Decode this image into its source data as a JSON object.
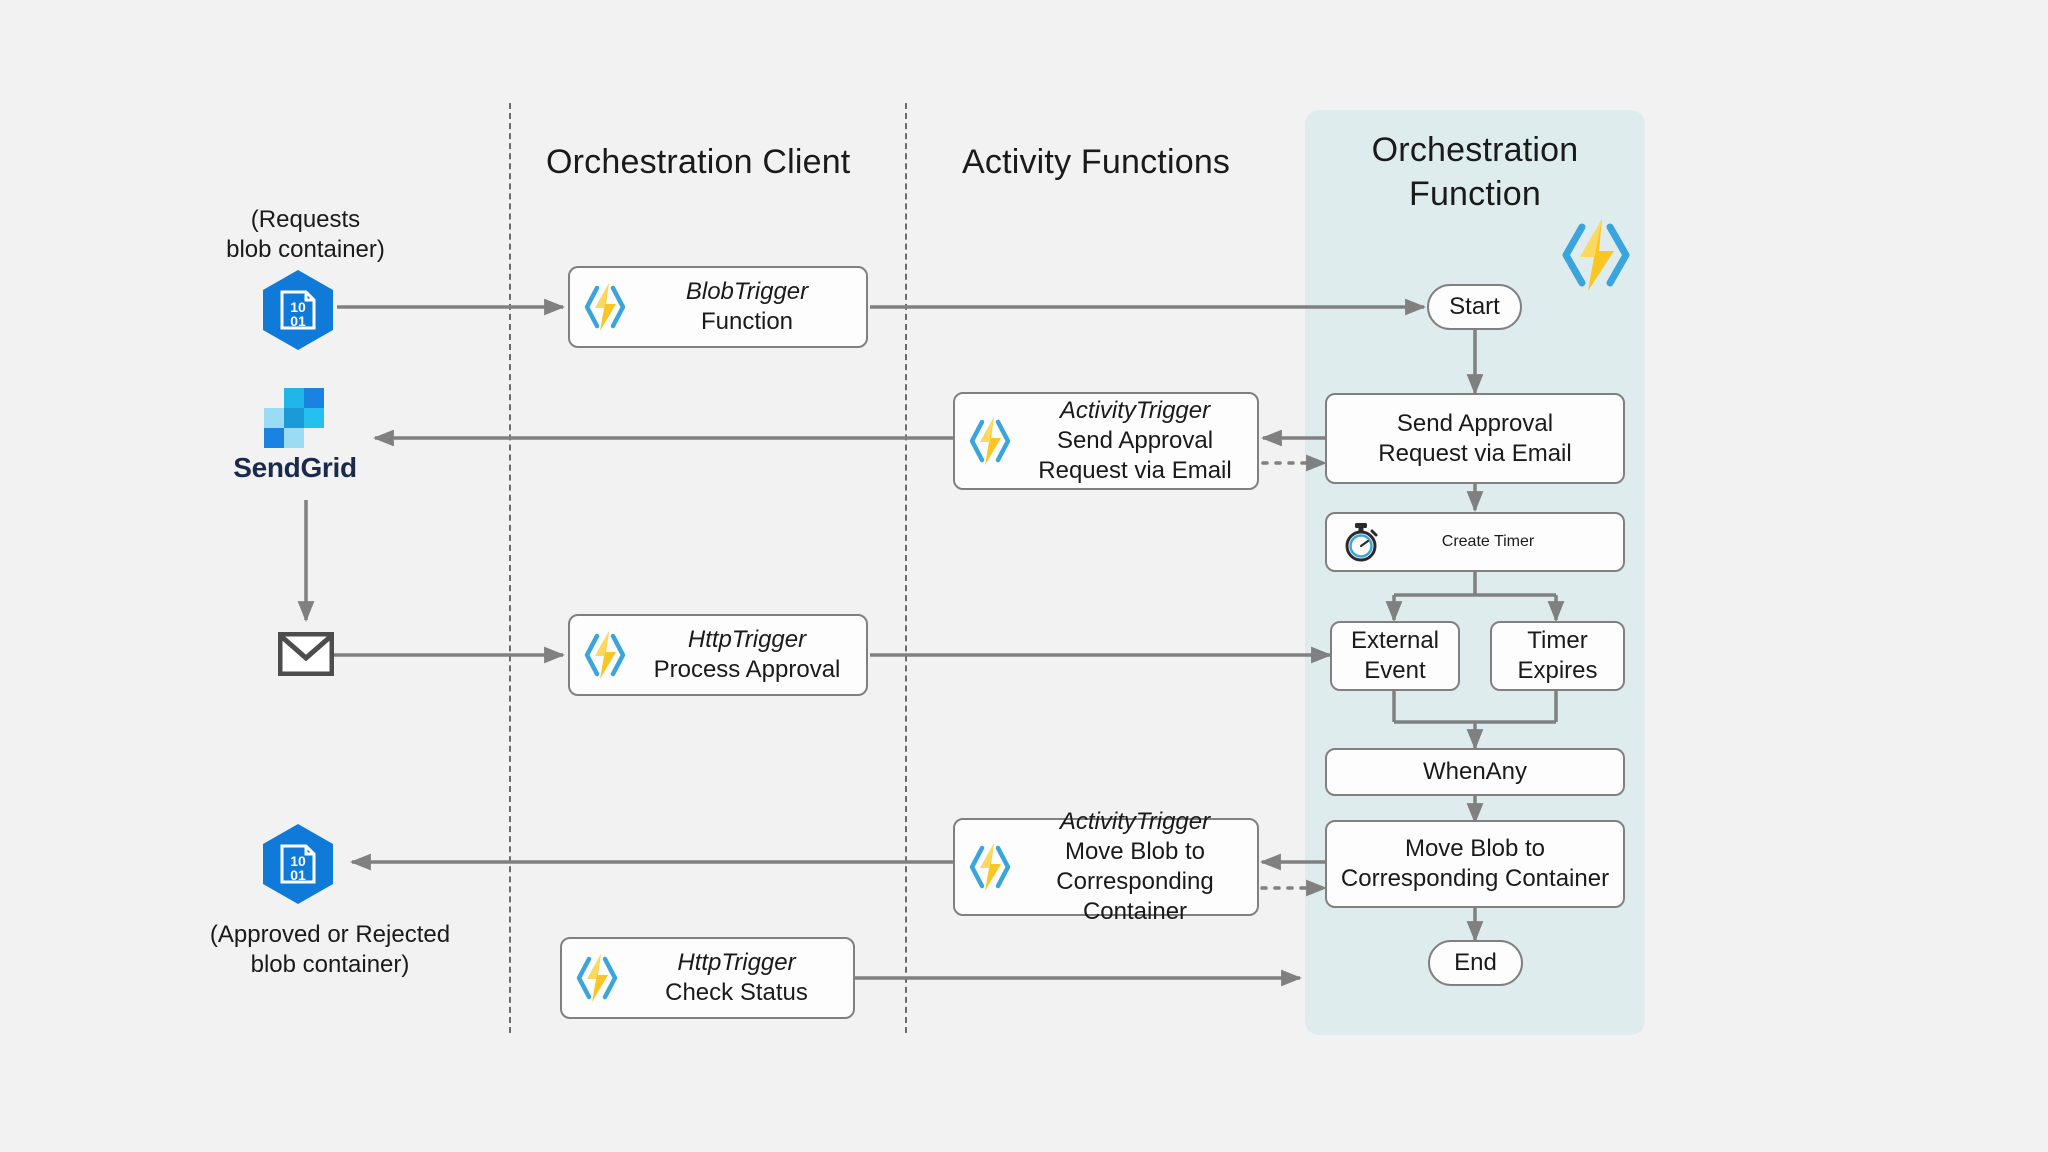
{
  "diagram": {
    "title": "Durable Functions blob approval workflow",
    "background_color": "#f2f2f2",
    "panel_color": "#dfeced",
    "accent_blue": "#0f7ad8",
    "accent_yellow": "#f7c927",
    "line_color": "#808080"
  },
  "lanes": [
    {
      "id": "orchestration-client",
      "label": "Orchestration Client"
    },
    {
      "id": "activity-functions",
      "label": "Activity Functions"
    },
    {
      "id": "orchestration-function",
      "label": "Orchestration\nFunction"
    }
  ],
  "left_column": {
    "source_blob_caption": "(Requests\nblob container)",
    "source_blob_icon": "azure-blob-icon",
    "source_blob_icon_text": [
      "10",
      "01"
    ],
    "sendgrid_name": "SendGrid",
    "sendgrid_icon": "sendgrid-logo",
    "envelope_icon": "envelope-icon",
    "result_blob_icon": "azure-blob-icon",
    "result_blob_icon_text": [
      "10",
      "01"
    ],
    "result_blob_caption": "(Approved or Rejected\nblob container)"
  },
  "client_functions": [
    {
      "id": "blob-trigger-function",
      "trigger": "BlobTrigger",
      "label": "Function",
      "icon": "azure-functions-icon"
    },
    {
      "id": "http-trigger-process-approval",
      "trigger": "HttpTrigger",
      "label": "Process Approval",
      "icon": "azure-functions-icon"
    },
    {
      "id": "http-trigger-check-status",
      "trigger": "HttpTrigger",
      "label": "Check Status",
      "icon": "azure-functions-icon"
    }
  ],
  "activity_functions": [
    {
      "id": "activity-send-approval",
      "trigger": "ActivityTrigger",
      "label": "Send Approval\nRequest via Email",
      "icon": "azure-functions-icon"
    },
    {
      "id": "activity-move-blob",
      "trigger": "ActivityTrigger",
      "label": "Move Blob to\nCorresponding Container",
      "icon": "azure-functions-icon"
    }
  ],
  "orchestration_steps": [
    {
      "id": "start",
      "label": "Start",
      "shape": "pill"
    },
    {
      "id": "send-approval",
      "label": "Send Approval\nRequest via Email",
      "shape": "box"
    },
    {
      "id": "create-timer",
      "label": "Create Timer",
      "shape": "box",
      "icon": "stopwatch-icon"
    },
    {
      "id": "external-event",
      "label": "External\nEvent",
      "shape": "box"
    },
    {
      "id": "timer-expires",
      "label": "Timer\nExpires",
      "shape": "box"
    },
    {
      "id": "when-any",
      "label": "WhenAny",
      "shape": "box"
    },
    {
      "id": "move-blob",
      "label": "Move Blob to\nCorresponding Container",
      "shape": "box"
    },
    {
      "id": "end",
      "label": "End",
      "shape": "pill"
    }
  ]
}
